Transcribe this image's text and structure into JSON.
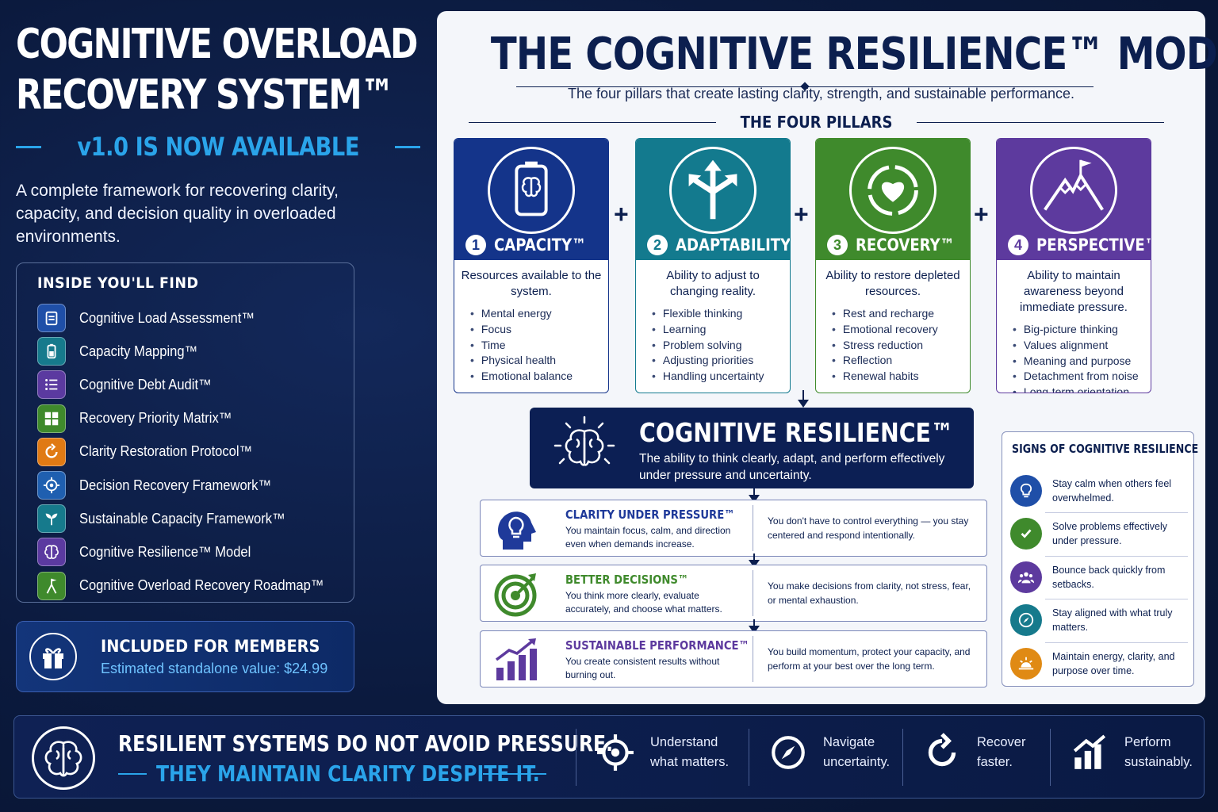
{
  "header": {
    "title_line1": "COGNITIVE OVERLOAD",
    "title_line2": "RECOVERY SYSTEM™",
    "available": "v1.0 IS NOW AVAILABLE",
    "intro": "A complete framework for recovering clarity, capacity, and decision quality in overloaded environments."
  },
  "inside": {
    "heading": "INSIDE YOU'LL FIND",
    "items": [
      {
        "label": "Cognitive Load Assessment™",
        "color": "#1f4fa8",
        "icon": "clipboard-icon"
      },
      {
        "label": "Capacity Mapping™",
        "color": "#167a8c",
        "icon": "battery-icon"
      },
      {
        "label": "Cognitive Debt Audit™",
        "color": "#5b3aa0",
        "icon": "list-icon"
      },
      {
        "label": "Recovery Priority Matrix™",
        "color": "#3f8a2c",
        "icon": "grid-icon"
      },
      {
        "label": "Clarity Restoration Protocol™",
        "color": "#e07a14",
        "icon": "refresh-icon"
      },
      {
        "label": "Decision Recovery Framework™",
        "color": "#1f5fb0",
        "icon": "crosshair-icon"
      },
      {
        "label": "Sustainable Capacity Framework™",
        "color": "#167a8c",
        "icon": "sprout-icon"
      },
      {
        "label": "Cognitive Resilience™ Model",
        "color": "#5b3aa0",
        "icon": "brain-icon"
      },
      {
        "label": "Cognitive Overload Recovery Roadmap™",
        "color": "#3f8a2c",
        "icon": "flag-icon"
      }
    ]
  },
  "members": {
    "heading": "INCLUDED FOR MEMBERS",
    "value": "Estimated standalone value: $24.99"
  },
  "model": {
    "title": "THE COGNITIVE RESILIENCE™ MODEL",
    "subtitle": "The four pillars that create lasting clarity, strength, and sustainable performance.",
    "pillars_heading": "THE FOUR PILLARS",
    "pillars": [
      {
        "num": "1",
        "name": "CAPACITY™",
        "color": "#14348a",
        "icon": "battery-brain-icon",
        "desc": "Resources available to the system.",
        "items": [
          "Mental energy",
          "Focus",
          "Time",
          "Physical health",
          "Emotional balance"
        ]
      },
      {
        "num": "2",
        "name": "ADAPTABILITY™",
        "color": "#137a8e",
        "icon": "split-arrows-icon",
        "desc": "Ability to adjust to changing reality.",
        "items": [
          "Flexible thinking",
          "Learning",
          "Problem solving",
          "Adjusting priorities",
          "Handling uncertainty"
        ]
      },
      {
        "num": "3",
        "name": "RECOVERY™",
        "color": "#3f8a2c",
        "icon": "heart-cycle-icon",
        "desc": "Ability to restore depleted resources.",
        "items": [
          "Rest and recharge",
          "Emotional recovery",
          "Stress reduction",
          "Reflection",
          "Renewal habits"
        ]
      },
      {
        "num": "4",
        "name": "PERSPECTIVE™",
        "color": "#5d3a9e",
        "icon": "mountain-flag-icon",
        "desc": "Ability to maintain awareness beyond immediate pressure.",
        "items": [
          "Big-picture thinking",
          "Values alignment",
          "Meaning and purpose",
          "Detachment from noise",
          "Long-term orientation"
        ]
      }
    ],
    "plus": "+",
    "resilience": {
      "title": "COGNITIVE RESILIENCE™",
      "desc": "The ability to think clearly, adapt, and perform effectively under pressure and uncertainty."
    },
    "outcomes": [
      {
        "title": "CLARITY UNDER PRESSURE™",
        "color": "#1f3a9a",
        "icon": "head-bulb-icon",
        "desc": "You maintain focus, calm, and direction even when demands increase.",
        "result": "You don't have to control everything — you stay centered and respond intentionally."
      },
      {
        "title": "BETTER DECISIONS™",
        "color": "#3f8a2c",
        "icon": "target-icon",
        "desc": "You think more clearly, evaluate accurately, and choose what matters.",
        "result": "You make decisions from clarity, not stress, fear, or mental exhaustion."
      },
      {
        "title": "SUSTAINABLE PERFORMANCE™",
        "color": "#5d3a9e",
        "icon": "growth-chart-icon",
        "desc": "You create consistent results without burning out.",
        "result": "You build momentum, protect your capacity, and perform at your best over the long term."
      }
    ],
    "signs": {
      "heading": "SIGNS OF COGNITIVE RESILIENCE",
      "items": [
        {
          "text": "Stay calm when others feel overwhelmed.",
          "color": "#1f4fa8",
          "icon": "bulb-icon"
        },
        {
          "text": "Solve problems effectively under pressure.",
          "color": "#3f8a2c",
          "icon": "check-icon"
        },
        {
          "text": "Bounce back quickly from setbacks.",
          "color": "#5d3a9e",
          "icon": "people-icon"
        },
        {
          "text": "Stay aligned with what truly matters.",
          "color": "#167a8c",
          "icon": "compass-icon"
        },
        {
          "text": "Maintain energy, clarity, and purpose over time.",
          "color": "#e08a14",
          "icon": "sunrise-icon"
        }
      ]
    }
  },
  "footer": {
    "quote1": "RESILIENT SYSTEMS DO NOT AVOID PRESSURE.",
    "quote2": "THEY MAINTAIN CLARITY DESPITE IT.",
    "items": [
      {
        "line1": "Understand",
        "line2": "what matters.",
        "icon": "crosshair-icon"
      },
      {
        "line1": "Navigate",
        "line2": "uncertainty.",
        "icon": "compass-icon"
      },
      {
        "line1": "Recover",
        "line2": "faster.",
        "icon": "refresh-icon"
      },
      {
        "line1": "Perform",
        "line2": "sustainably.",
        "icon": "growth-chart-icon"
      }
    ]
  }
}
